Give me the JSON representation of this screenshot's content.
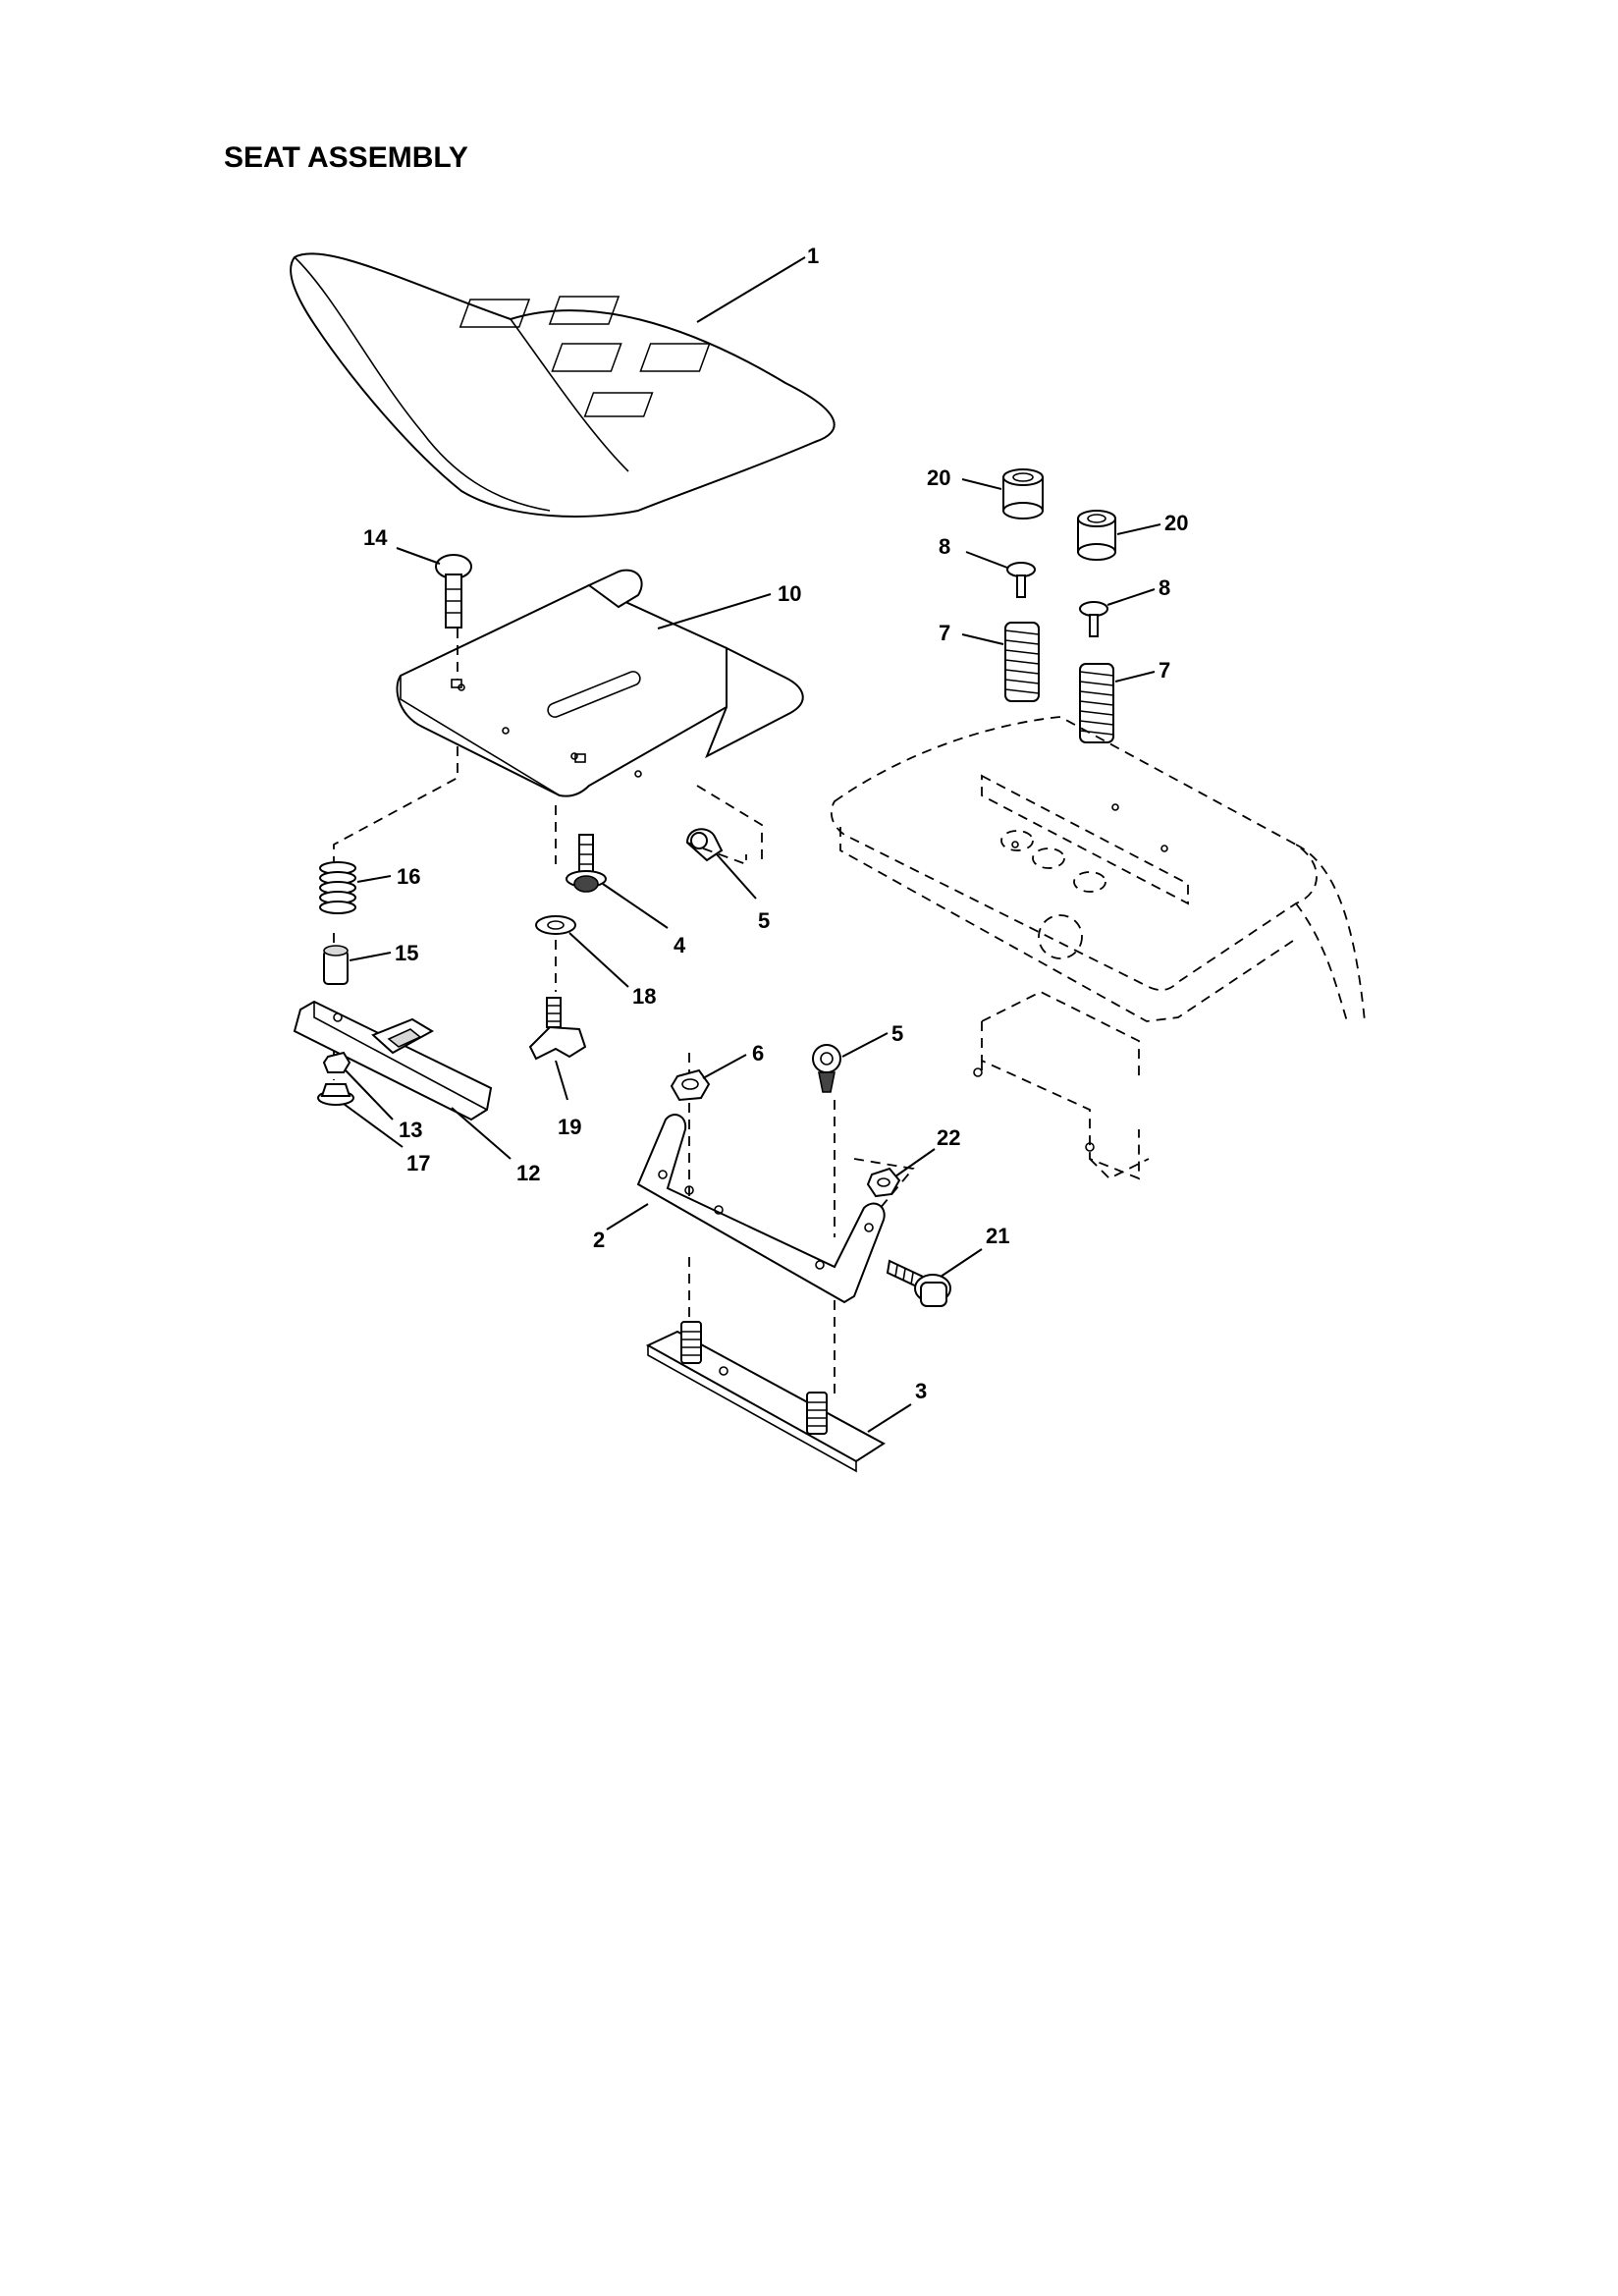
{
  "title": "SEAT ASSEMBLY",
  "callouts": {
    "c1": "1",
    "c2": "2",
    "c3": "3",
    "c4": "4",
    "c5a": "5",
    "c5b": "5",
    "c6": "6",
    "c7a": "7",
    "c7b": "7",
    "c8a": "8",
    "c8b": "8",
    "c10": "10",
    "c12": "12",
    "c13": "13",
    "c14": "14",
    "c15": "15",
    "c16": "16",
    "c17": "17",
    "c18": "18",
    "c19": "19",
    "c20a": "20",
    "c20b": "20",
    "c21": "21",
    "c22": "22"
  }
}
